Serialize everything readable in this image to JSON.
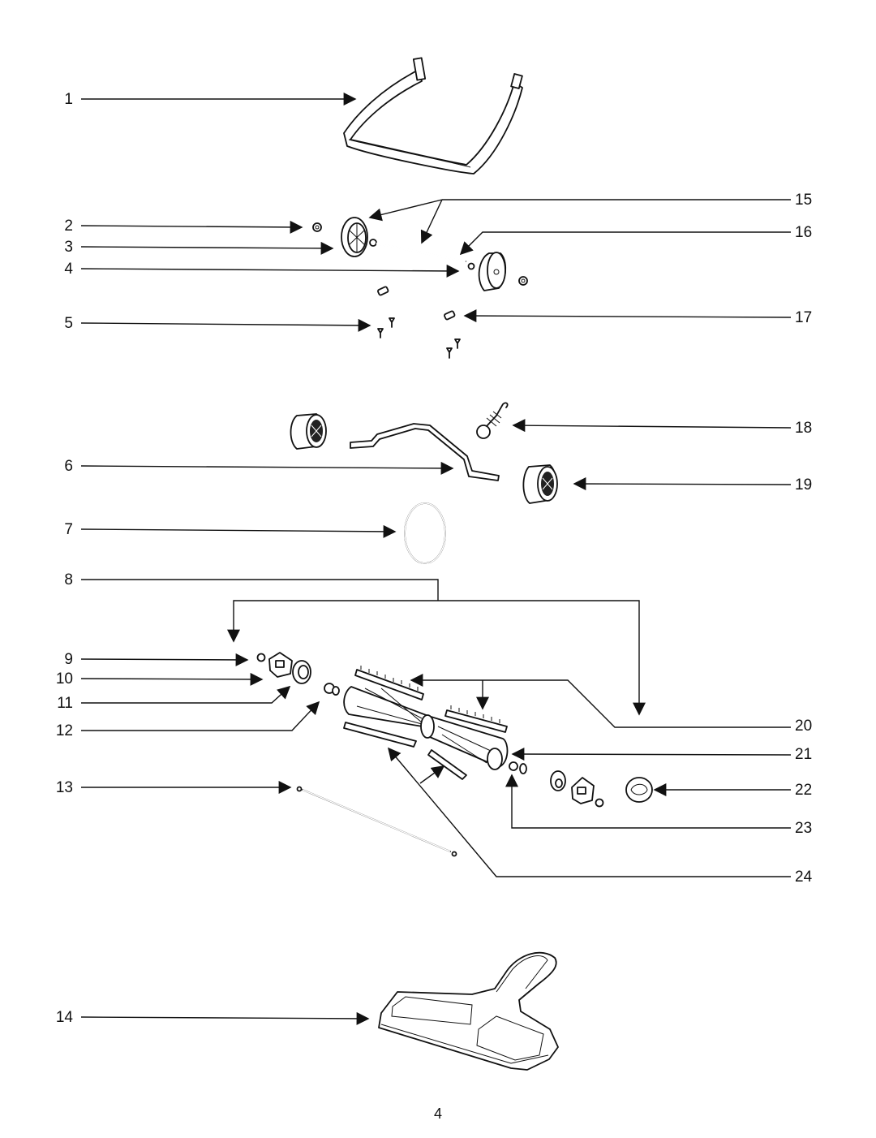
{
  "callouts_left": [
    "1",
    "2",
    "3",
    "4",
    "5",
    "6",
    "7",
    "8",
    "9",
    "10",
    "11",
    "12",
    "13",
    "14"
  ],
  "callouts_right": [
    "15",
    "16",
    "17",
    "18",
    "19",
    "20",
    "21",
    "22",
    "23",
    "24"
  ],
  "page_number": "4"
}
